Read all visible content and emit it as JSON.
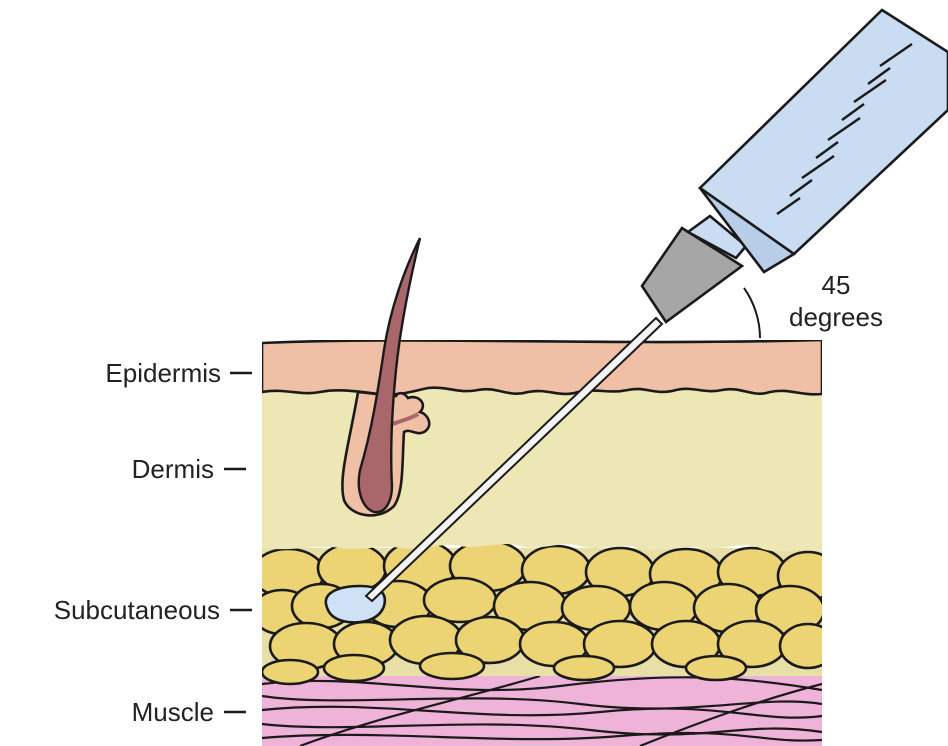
{
  "labels": {
    "epidermis": "Epidermis",
    "dermis": "Dermis",
    "subcutaneous": "Subcutaneous",
    "muscle": "Muscle"
  },
  "angle": {
    "value": "45",
    "unit": "degrees"
  },
  "colors": {
    "epidermis": "#efbfa6",
    "dermis": "#ece7b4",
    "fat": "#ecd373",
    "fat_gap": "#e7dfa6",
    "muscle": "#efb3d9",
    "hair": "#a9666b",
    "follicle": "#efbfa6",
    "syringe_barrel": "#c9dcf2",
    "needle_hub": "#a6a6a6",
    "injected_fluid": "#cfe1f5",
    "ink": "#1a1a1a"
  },
  "icons": {
    "syringe": "syringe-icon",
    "hair": "hair-follicle-icon"
  }
}
